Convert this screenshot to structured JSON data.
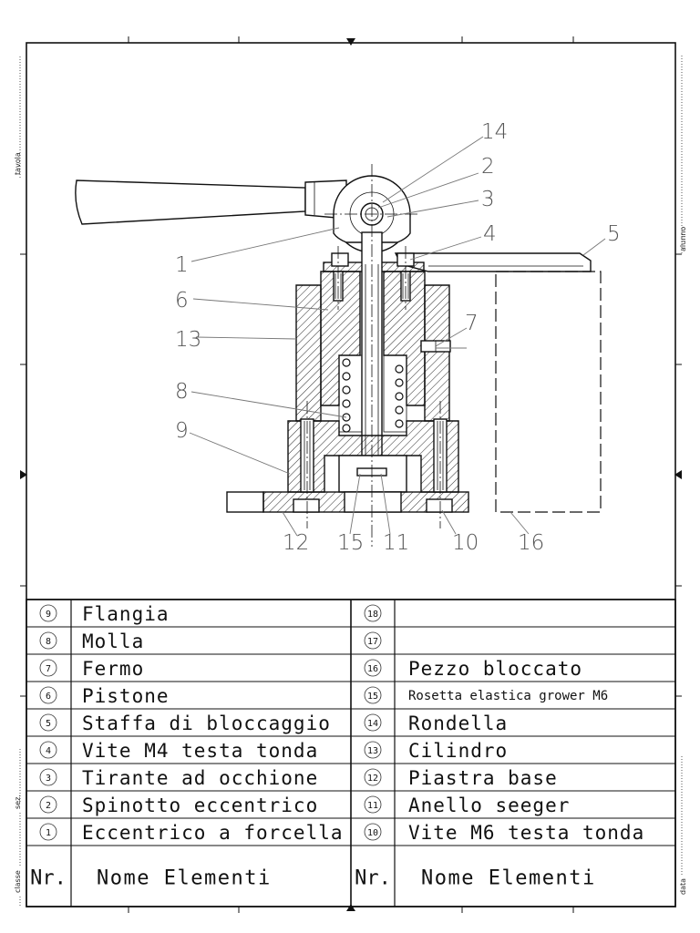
{
  "side_labels": {
    "tavola": "tavola",
    "alunno": "alunno",
    "sez": "sez.",
    "classe": "classe",
    "data": "data"
  },
  "callouts": [
    "1",
    "2",
    "3",
    "4",
    "5",
    "6",
    "7",
    "8",
    "9",
    "10",
    "11",
    "12",
    "13",
    "14",
    "15",
    "16"
  ],
  "bom": {
    "header_nr": "Nr.",
    "header_name": "Nome Elementi",
    "left": [
      {
        "nr": "9",
        "name": "Flangia"
      },
      {
        "nr": "8",
        "name": "Molla"
      },
      {
        "nr": "7",
        "name": "Fermo"
      },
      {
        "nr": "6",
        "name": "Pistone"
      },
      {
        "nr": "5",
        "name": "Staffa di bloccaggio"
      },
      {
        "nr": "4",
        "name": "Vite M4 testa tonda"
      },
      {
        "nr": "3",
        "name": "Tirante ad occhione"
      },
      {
        "nr": "2",
        "name": "Spinotto eccentrico"
      },
      {
        "nr": "1",
        "name": "Eccentrico a forcella"
      }
    ],
    "right": [
      {
        "nr": "18",
        "name": ""
      },
      {
        "nr": "17",
        "name": ""
      },
      {
        "nr": "16",
        "name": "Pezzo bloccato"
      },
      {
        "nr": "15",
        "name": "Rosetta elastica grower M6"
      },
      {
        "nr": "14",
        "name": "Rondella"
      },
      {
        "nr": "13",
        "name": "Cilindro"
      },
      {
        "nr": "12",
        "name": "Piastra base"
      },
      {
        "nr": "11",
        "name": "Anello seeger"
      },
      {
        "nr": "10",
        "name": "Vite M6 testa tonda"
      }
    ]
  }
}
